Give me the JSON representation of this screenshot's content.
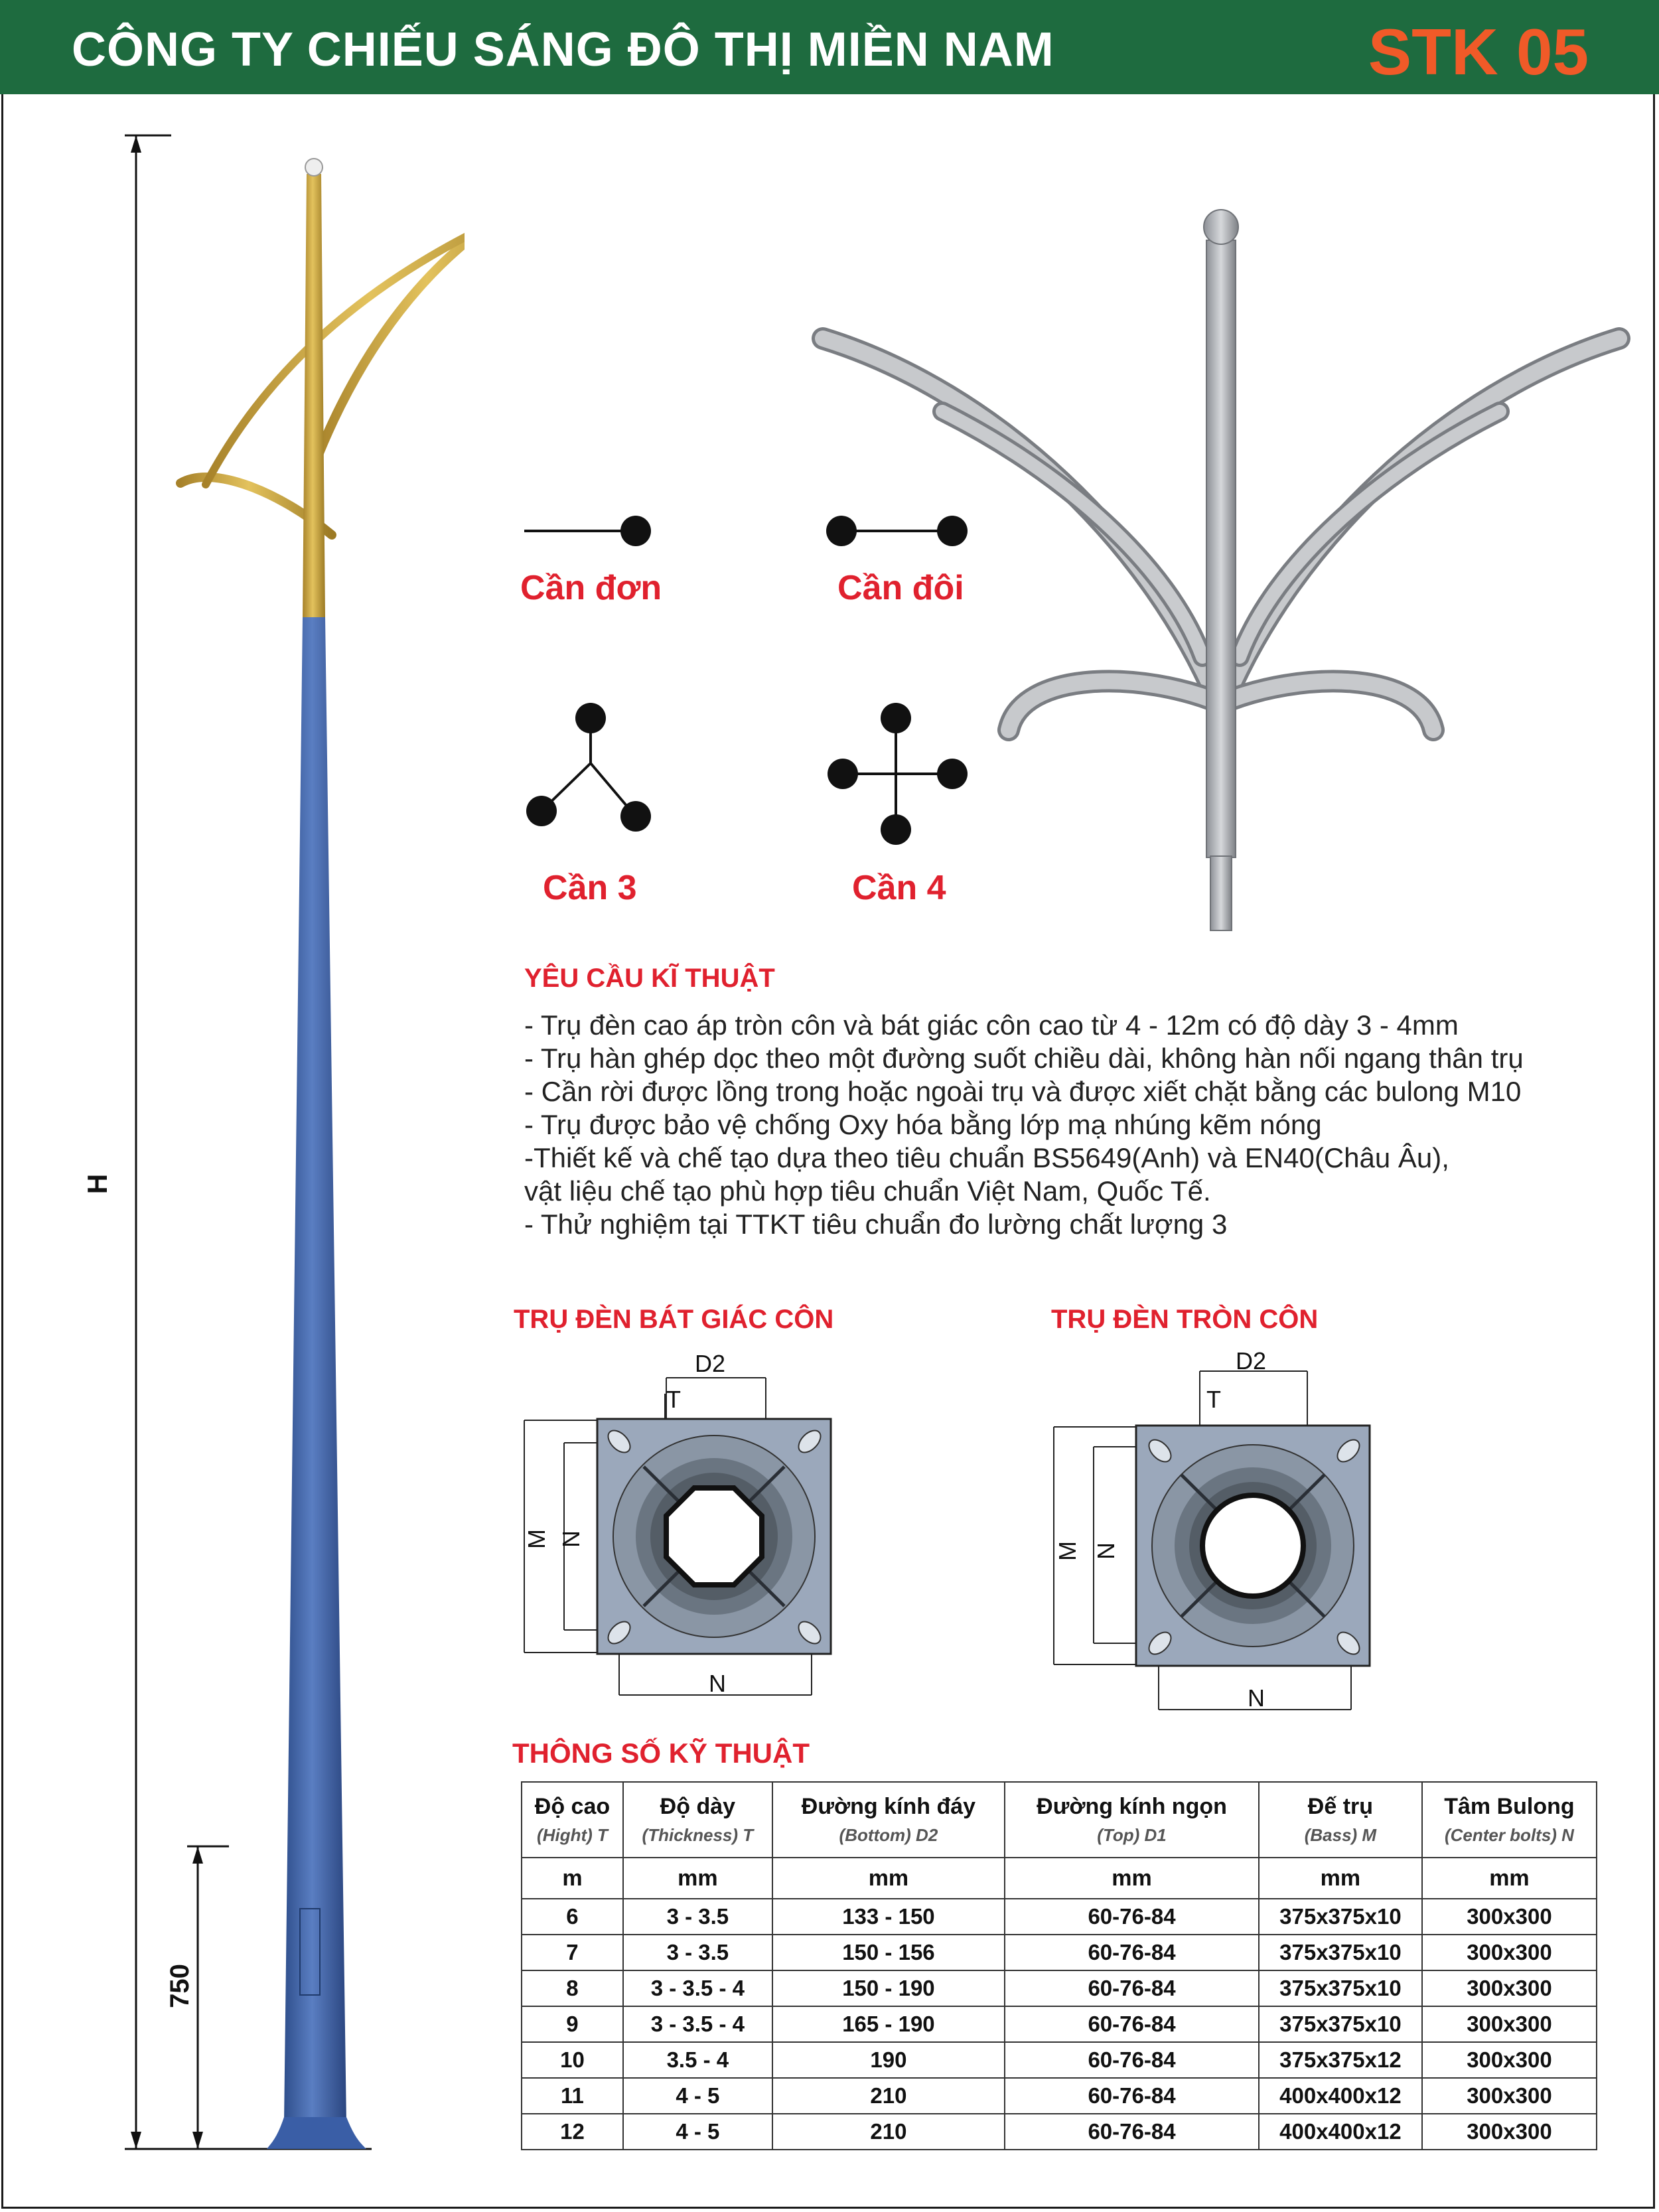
{
  "header": {
    "company": "CÔNG TY CHIẾU SÁNG ĐÔ THỊ MIỀN NAM",
    "code": "STK 05"
  },
  "pole": {
    "height_label": "H",
    "base_label": "750"
  },
  "arms": {
    "single": "Cần đơn",
    "double": "Cần đôi",
    "triple": "Cần 3",
    "quad": "Cần 4"
  },
  "requirements": {
    "title": "YÊU CẦU KĨ THUẬT",
    "lines": [
      "- Trụ đèn cao áp tròn côn và bát giác côn cao từ 4 - 12m có độ dày 3 - 4mm",
      "- Trụ hàn ghép dọc theo một đường suốt chiều dài, không hàn nối ngang thân trụ",
      "- Cần rời được lồng trong hoặc ngoài trụ và được xiết chặt bằng các bulong M10",
      "- Trụ được bảo vệ chống Oxy hóa bằng lớp mạ nhúng kẽm nóng",
      "-Thiết kế và chế tạo dựa theo tiêu chuẩn BS5649(Anh) và EN40(Châu Âu),",
      "vật liệu chế tạo phù hợp tiêu chuẩn Việt Nam, Quốc Tế.",
      "- Thử nghiệm tại TTKT tiêu chuẩn đo lường chất lượng 3"
    ]
  },
  "base_drawings": {
    "octagonal_title": "TRỤ ĐÈN BÁT GIÁC CÔN",
    "round_title": "TRỤ ĐÈN TRÒN CÔN",
    "labels": {
      "d2": "D2",
      "t": "T",
      "m": "M",
      "n": "N"
    }
  },
  "specs": {
    "title": "THÔNG SỐ KỸ THUẬT",
    "columns": [
      {
        "name": "Độ cao",
        "sub": "(Hight) T",
        "unit": "m"
      },
      {
        "name": "Độ dày",
        "sub": "(Thickness) T",
        "unit": "mm"
      },
      {
        "name": "Đường kính đáy",
        "sub": "(Bottom) D2",
        "unit": "mm"
      },
      {
        "name": "Đường kính ngọn",
        "sub": "(Top) D1",
        "unit": "mm"
      },
      {
        "name": "Đế trụ",
        "sub": "(Bass) M",
        "unit": "mm"
      },
      {
        "name": "Tâm Bulong",
        "sub": "(Center bolts) N",
        "unit": "mm"
      }
    ],
    "rows": [
      [
        "6",
        "3 - 3.5",
        "133 - 150",
        "60-76-84",
        "375x375x10",
        "300x300"
      ],
      [
        "7",
        "3 - 3.5",
        "150 - 156",
        "60-76-84",
        "375x375x10",
        "300x300"
      ],
      [
        "8",
        "3 - 3.5 - 4",
        "150 - 190",
        "60-76-84",
        "375x375x10",
        "300x300"
      ],
      [
        "9",
        "3 - 3.5 - 4",
        "165 - 190",
        "60-76-84",
        "375x375x10",
        "300x300"
      ],
      [
        "10",
        "3.5 - 4",
        "190",
        "60-76-84",
        "375x375x12",
        "300x300"
      ],
      [
        "11",
        "4 - 5",
        "210",
        "60-76-84",
        "400x400x12",
        "300x300"
      ],
      [
        "12",
        "4 - 5",
        "210",
        "60-76-84",
        "400x400x12",
        "300x300"
      ]
    ]
  }
}
